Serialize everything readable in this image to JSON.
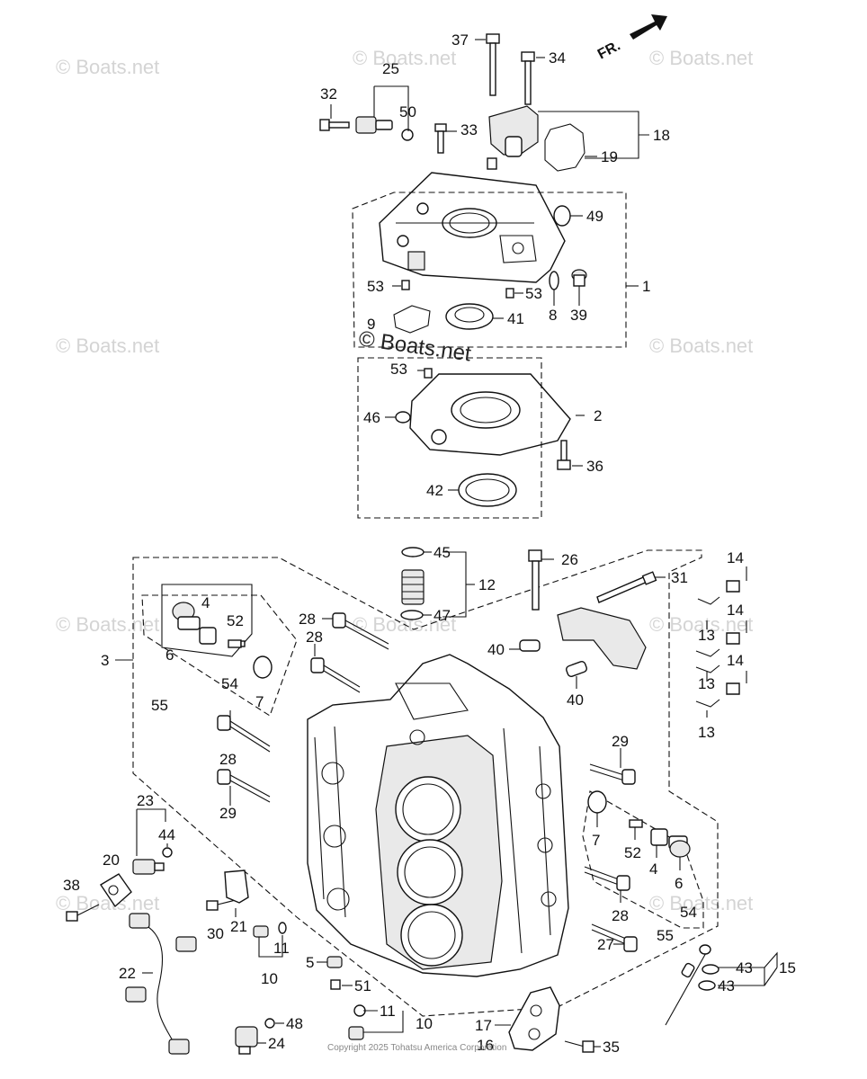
{
  "watermark": "© Boats.net",
  "watermark_center": "© Boats.net",
  "copyright": "Copyright 2025 Tohatsu America Corporation",
  "front_indicator": "FR.",
  "callouts": {
    "c37": "37",
    "c34": "34",
    "c25": "25",
    "c32": "32",
    "c50": "50",
    "c33": "33",
    "c18": "18",
    "c19": "19",
    "c49": "49",
    "c1": "1",
    "c53a": "53",
    "c53b": "53",
    "c8": "8",
    "c39": "39",
    "c9": "9",
    "c41": "41",
    "c53c": "53",
    "c2": "2",
    "c46": "46",
    "c36": "36",
    "c42": "42",
    "c45": "45",
    "c26": "26",
    "c12": "12",
    "c31": "31",
    "c14a": "14",
    "c14b": "14",
    "c14c": "14",
    "c13a": "13",
    "c13b": "13",
    "c13c": "13",
    "c47": "47",
    "c4a": "4",
    "c52a": "52",
    "c6a": "6",
    "c28a": "28",
    "c28b": "28",
    "c40a": "40",
    "c40b": "40",
    "c3": "3",
    "c54a": "54",
    "c7a": "7",
    "c55a": "55",
    "c28c": "28",
    "c29a": "29",
    "c29b": "29",
    "c23": "23",
    "c44": "44",
    "c20": "20",
    "c38": "38",
    "c30": "30",
    "c21": "21",
    "c11a": "11",
    "c10a": "10",
    "c5": "5",
    "c51": "51",
    "c22": "22",
    "c48": "48",
    "c24": "24",
    "c11b": "11",
    "c10b": "10",
    "c7b": "7",
    "c52b": "52",
    "c4b": "4",
    "c6b": "6",
    "c28d": "28",
    "c54b": "54",
    "c55b": "55",
    "c27": "27",
    "c43a": "43",
    "c43b": "43",
    "c15": "15",
    "c17": "17",
    "c16": "16",
    "c35": "35"
  }
}
